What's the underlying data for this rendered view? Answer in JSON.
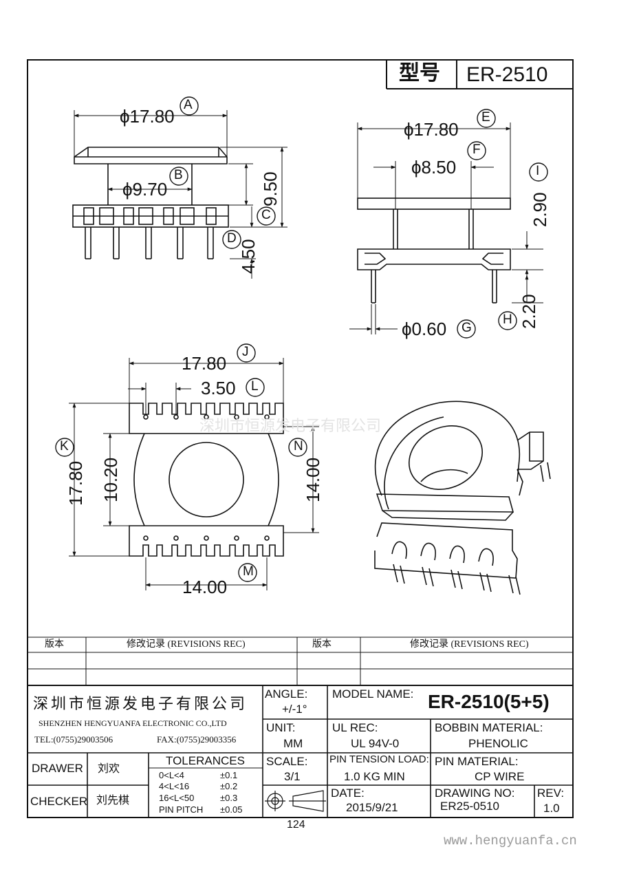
{
  "header": {
    "model_label": "型号",
    "model_value": "ER-2510"
  },
  "dimensions": {
    "A": {
      "letter": "A",
      "value": "ϕ17.80"
    },
    "B": {
      "letter": "B",
      "value": "ϕ9.70"
    },
    "C": {
      "letter": "C",
      "value": "9.50"
    },
    "D": {
      "letter": "D",
      "value": "4.50"
    },
    "E": {
      "letter": "E",
      "value": "ϕ17.80"
    },
    "F": {
      "letter": "F",
      "value": "ϕ8.50"
    },
    "G": {
      "letter": "G",
      "value": "ϕ0.60"
    },
    "H": {
      "letter": "H",
      "value": "2.20"
    },
    "I": {
      "letter": "I",
      "value": "2.90"
    },
    "J": {
      "letter": "J",
      "value": "17.80"
    },
    "K": {
      "letter": "K",
      "value": "17.80"
    },
    "L": {
      "letter": "L",
      "value": "3.50"
    },
    "M": {
      "letter": "M",
      "value": "14.00"
    },
    "N": {
      "letter": "N",
      "value": "14.00"
    },
    "center": {
      "value": "10.20"
    }
  },
  "watermark_center": "深圳市恒源发电子有限公司",
  "revisions": {
    "col_version": "版本",
    "col_record": "修改记录 (REVISIONS REC)"
  },
  "company": {
    "name_cn": "深圳市恒源发电子有限公司",
    "name_en": "SHENZHEN HENGYUANFA ELECTRONIC CO.,LTD",
    "tel": "TEL:(0755)29003506",
    "fax": "FAX:(0755)29003356"
  },
  "title_block": {
    "angle_label": "ANGLE:",
    "angle_value": "+/-1°",
    "model_name_label": "MODEL NAME:",
    "model_name_value": "ER-2510(5+5)",
    "unit_label": "UNIT:",
    "unit_value": "MM",
    "ul_rec_label": "UL REC:",
    "ul_rec_value": "UL 94V-0",
    "bobbin_material_label": "BOBBIN MATERIAL:",
    "bobbin_material_value": "PHENOLIC",
    "scale_label": "SCALE:",
    "scale_value": "3/1",
    "pin_tension_label": "PIN TENSION LOAD:",
    "pin_tension_value": "1.0 KG MIN",
    "pin_material_label": "PIN MATERIAL:",
    "pin_material_value": "CP WIRE",
    "date_label": "DATE:",
    "date_value": "2015/9/21",
    "drawing_no_label": "DRAWING NO:",
    "drawing_no_value": "ER25-0510",
    "rev_label": "REV:",
    "rev_value": "1.0",
    "drawer_label": "DRAWER",
    "drawer_name": "刘欢",
    "checker_label": "CHECKER",
    "checker_name": "刘先棋",
    "tolerances_label": "TOLERANCES",
    "tolerances": [
      {
        "range": "0<L<4",
        "value": "±0.1"
      },
      {
        "range": "4<L<16",
        "value": "±0.2"
      },
      {
        "range": "16<L<50",
        "value": "±0.3"
      },
      {
        "range": "PIN PITCH",
        "value": "±0.05"
      }
    ]
  },
  "page_number": "124",
  "footer_watermark": "www.hengyuanfa.cn"
}
